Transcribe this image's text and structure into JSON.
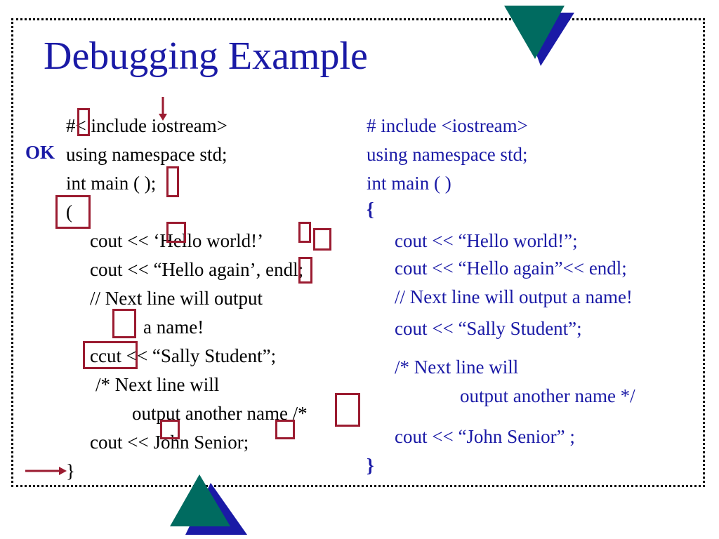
{
  "title": "Debugging Example",
  "ok_label": "OK",
  "left_code": [
    "#< include iostream>",
    "using namespace std;",
    "int main ( );",
    "(",
    "cout << ‘Hello world!’",
    "cout << “Hello again’, endl;",
    "// Next line will output",
    "a name!",
    "ccut << “Sally Student”;",
    "/* Next line will",
    "output another name /*",
    "cout << John Senior;",
    "}"
  ],
  "right_code": [
    "# include <iostream>",
    "using namespace std;",
    "int main ( )",
    "{",
    "cout << “Hello world!”;",
    "cout << “Hello again”<< endl;",
    "// Next line will output a name!",
    "cout << “Sally Student”;",
    "/* Next line will",
    "output another name */",
    "cout << “John Senior” ;",
    "}"
  ],
  "colors": {
    "title": "#1a1aa6",
    "error_box": "#9b1b30",
    "teal": "#006b60",
    "navy": "#1a1aa6"
  }
}
